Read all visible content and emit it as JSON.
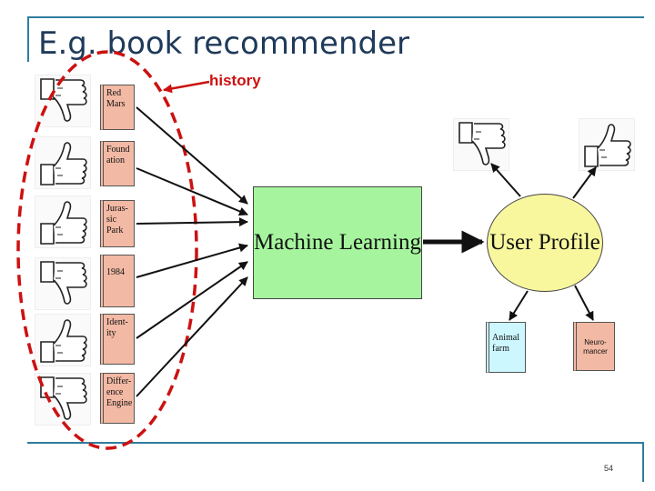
{
  "title": "E.g. book recommender",
  "history_label": "history",
  "books": [
    {
      "label": "Red Mars",
      "rating": "down"
    },
    {
      "label": "Found ation",
      "rating": "up"
    },
    {
      "label": "Juras- sic Park",
      "rating": "up"
    },
    {
      "label": "1984",
      "rating": "down"
    },
    {
      "label": "Ident- ity",
      "rating": "up"
    },
    {
      "label": "Differ- ence Engine",
      "rating": "down"
    }
  ],
  "machine_learning_label": "Machine Learning",
  "user_profile_label": "User Profile",
  "recommendations": [
    {
      "label": "Animal farm",
      "rating": "down"
    },
    {
      "label": "Neuro- mancer",
      "rating": "up"
    }
  ],
  "page_number": "54",
  "colors": {
    "book_fill": "#f2b9a4",
    "recommendation_fill": "#ccf7ff",
    "machine_learning_fill": "#a6f59e",
    "user_profile_fill": "#f8f79e",
    "history_ellipse": "#cc1111",
    "title_color": "#1f3a5a"
  }
}
